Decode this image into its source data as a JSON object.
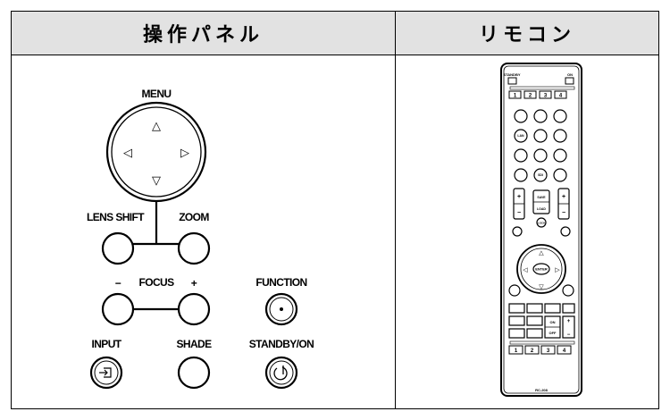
{
  "table": {
    "header_left": "操作パネル",
    "header_right": "リモコン"
  },
  "control_panel": {
    "menu_label": "MENU",
    "lens_shift_label": "LENS SHIFT",
    "zoom_label": "ZOOM",
    "focus_minus": "−",
    "focus_label": "FOCUS",
    "focus_plus": "+",
    "function_label": "FUNCTION",
    "input_label": "INPUT",
    "shade_label": "SHADE",
    "standby_label": "STANDBY/ON",
    "arrow_up": "△",
    "arrow_down": "▽",
    "arrow_left": "◁",
    "arrow_right": "▷",
    "icons": {
      "input": "input-icon",
      "standby": "power-icon",
      "function": "dot-icon"
    }
  },
  "remote": {
    "standby": "STANDBY",
    "on": "ON",
    "id_keys": [
      "1",
      "2",
      "3",
      "4"
    ],
    "enter": "ENTER",
    "lan": "LAN",
    "sdi": "SDI",
    "save": "SAVE",
    "load": "LOAD",
    "lock": "LOCK",
    "on_key": "ON",
    "off_key": "OFF",
    "plus": "+",
    "minus": "−",
    "model": "RC-208"
  }
}
